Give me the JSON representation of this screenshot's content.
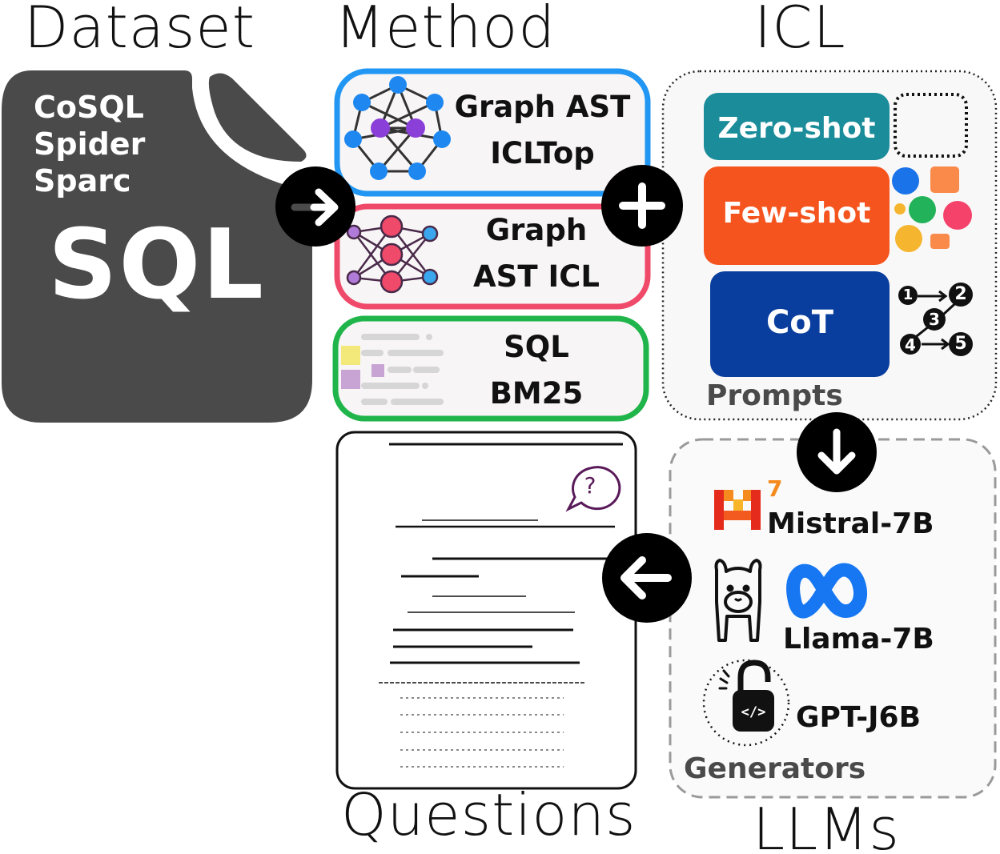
{
  "headings": {
    "dataset": "Dataset",
    "method": "Method",
    "icl": "ICL",
    "questions": "Questions",
    "llms": "LLMs"
  },
  "dataset": {
    "names": [
      "CoSQL",
      "Spider",
      "Sparc"
    ],
    "big_label": "SQL",
    "fill": "#4a4a4a"
  },
  "methods": [
    {
      "lines": [
        "Graph AST",
        "ICLTop"
      ],
      "border": "#2196f3"
    },
    {
      "lines": [
        "Graph",
        "AST ICL"
      ],
      "border": "#f04a6a"
    },
    {
      "lines": [
        "SQL",
        "BM25"
      ],
      "border": "#1fb54a"
    }
  ],
  "prompts": {
    "caption": "Prompts",
    "items": [
      {
        "label": "Zero-shot",
        "color": "#1a8c9a"
      },
      {
        "label": "Few-shot",
        "color": "#f5541f"
      },
      {
        "label": "CoT",
        "color": "#0a3e9e"
      }
    ],
    "cot_steps": [
      "1",
      "2",
      "3",
      "4",
      "5"
    ]
  },
  "generators": {
    "caption": "Generators",
    "models": [
      "Mistral-7B",
      "Llama-7B",
      "GPT-J6B"
    ],
    "mistral_superscript": "7"
  },
  "icons": {
    "arrow_right": "arrow-right-icon",
    "plus": "plus-icon",
    "arrow_down": "arrow-down-icon",
    "arrow_left": "arrow-left-icon",
    "question": "question-bubble-icon",
    "graph": "graph-network-icon",
    "neural": "neural-network-icon",
    "bm25_doc": "text-lines-icon",
    "mistral": "mistral-logo-icon",
    "llama": "llama-icon",
    "meta": "meta-logo-icon",
    "unlock": "code-unlock-icon"
  }
}
